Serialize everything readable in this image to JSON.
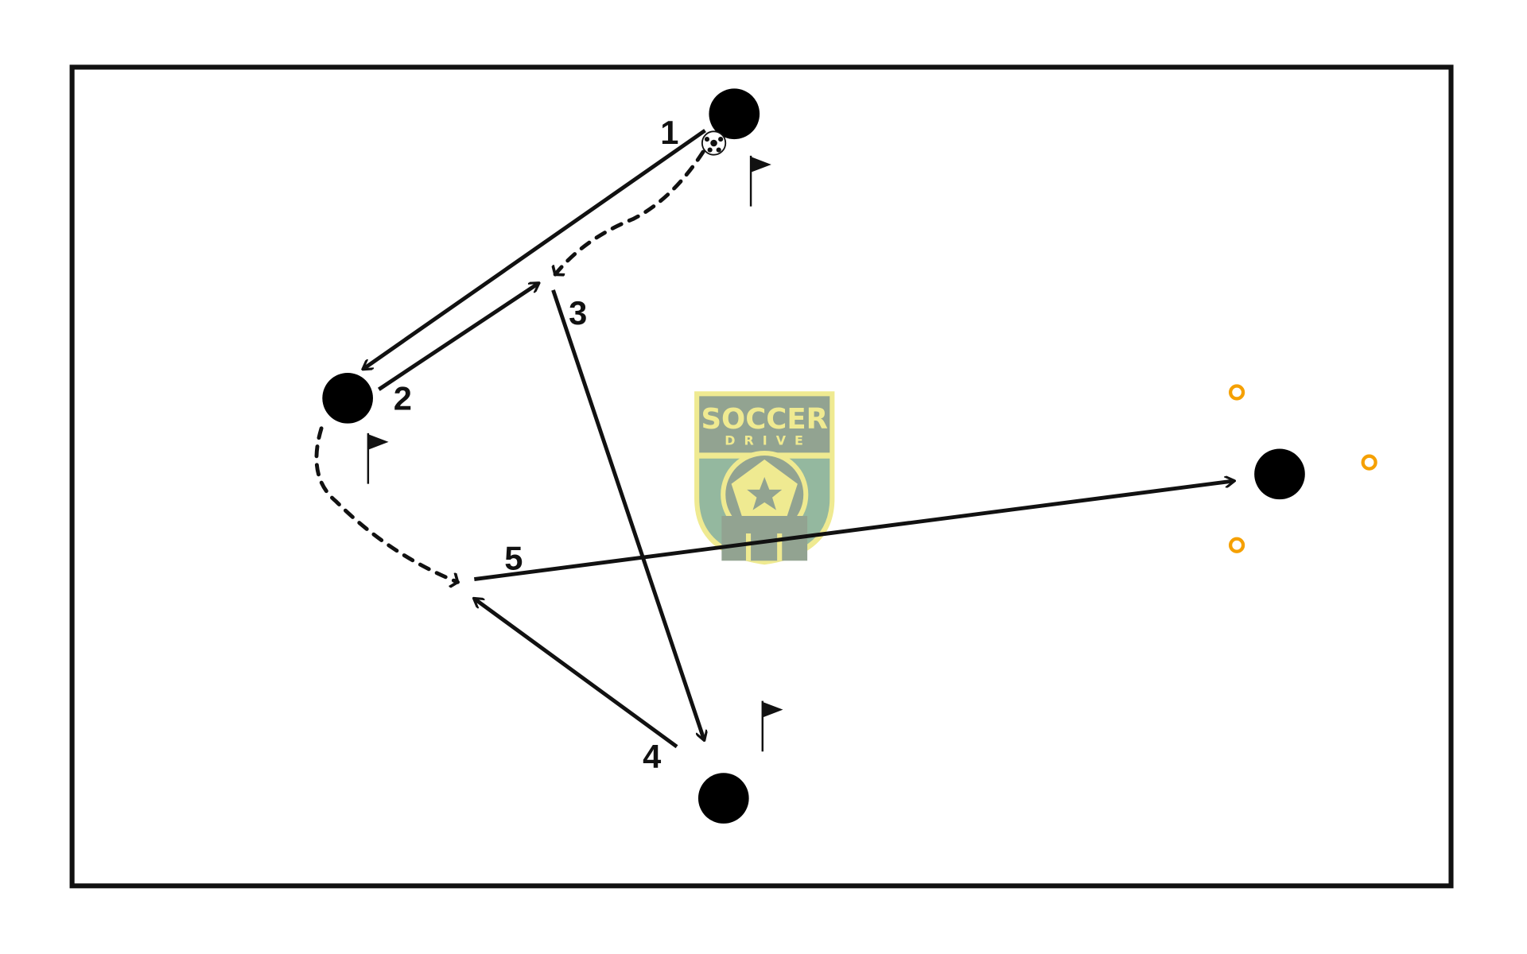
{
  "diagram": {
    "title_logo": {
      "line1": "SOCCER",
      "line2": "DRIVE"
    },
    "sequence_labels": [
      "1",
      "2",
      "3",
      "4",
      "5"
    ],
    "colors": {
      "player": "#000000",
      "cone": "#f5a000",
      "logo_yellow": "#efe98c",
      "logo_green": "#8fb59a",
      "logo_grey": "#8d9f8c"
    }
  }
}
